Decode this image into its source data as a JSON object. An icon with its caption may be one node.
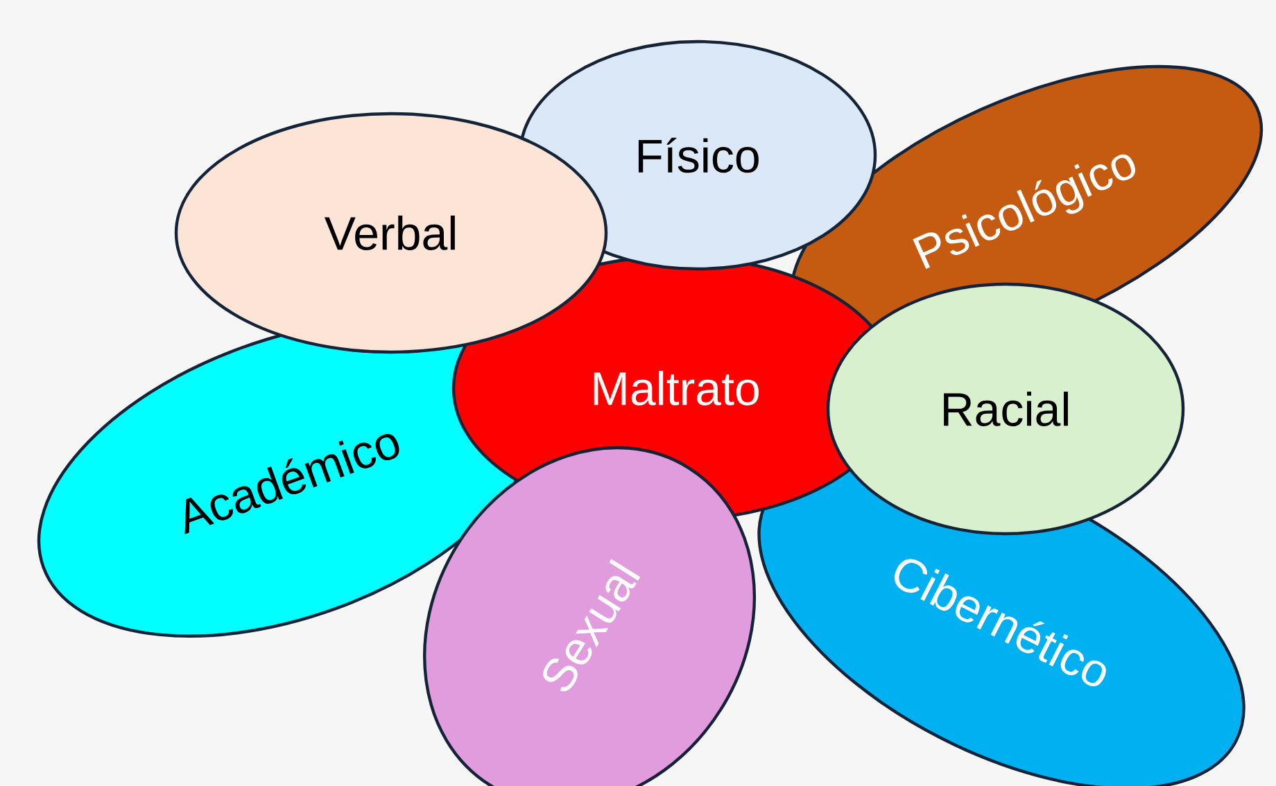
{
  "diagram": {
    "nodes": [
      {
        "text": [
          "Físico"
        ]
      },
      {
        "text": [
          "Verbal"
        ]
      },
      {
        "text": [
          "Psicológico"
        ]
      },
      {
        "text": [
          "Maltrato"
        ]
      },
      {
        "text": [
          "Racial"
        ]
      },
      {
        "text": [
          "Académico"
        ]
      },
      {
        "text": [
          "Sexual"
        ]
      },
      {
        "text": [
          "Cibernético"
        ]
      }
    ]
  }
}
